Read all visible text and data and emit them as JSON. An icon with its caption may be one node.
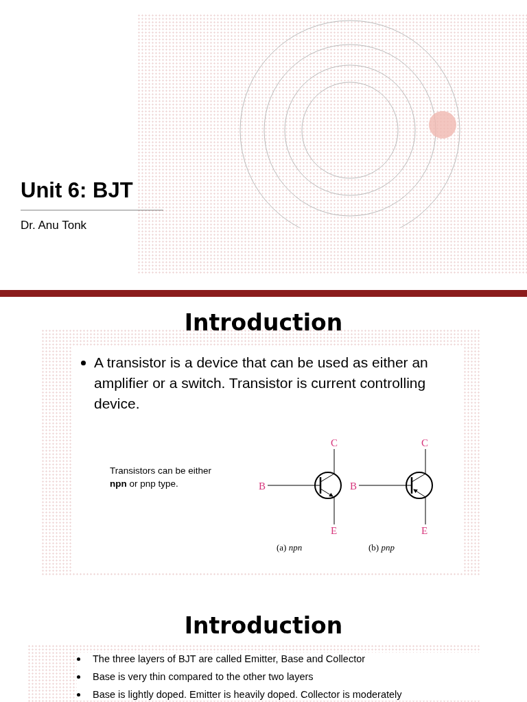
{
  "diagram": {
    "labels": [
      "Unit 6: BJT",
      "Dr. Anu Tonk",
      "Introduction",
      "A transistor is a device that can be used as either an amplifier or a switch. Transistor is current controlling device.",
      "Transistors can be either **npn** or pnp type.",
      "C",
      "C",
      "B",
      "B",
      "E",
      "E",
      "(a) *npn*",
      "(b) *pnp*",
      "Introduction",
      "The three layers of BJT are called Emitter, Base and Collector",
      "Base is very thin compared to the other two layers",
      "Base is lightly doped. Emitter is heavily doped. Collector is moderately"
    ]
  }
}
